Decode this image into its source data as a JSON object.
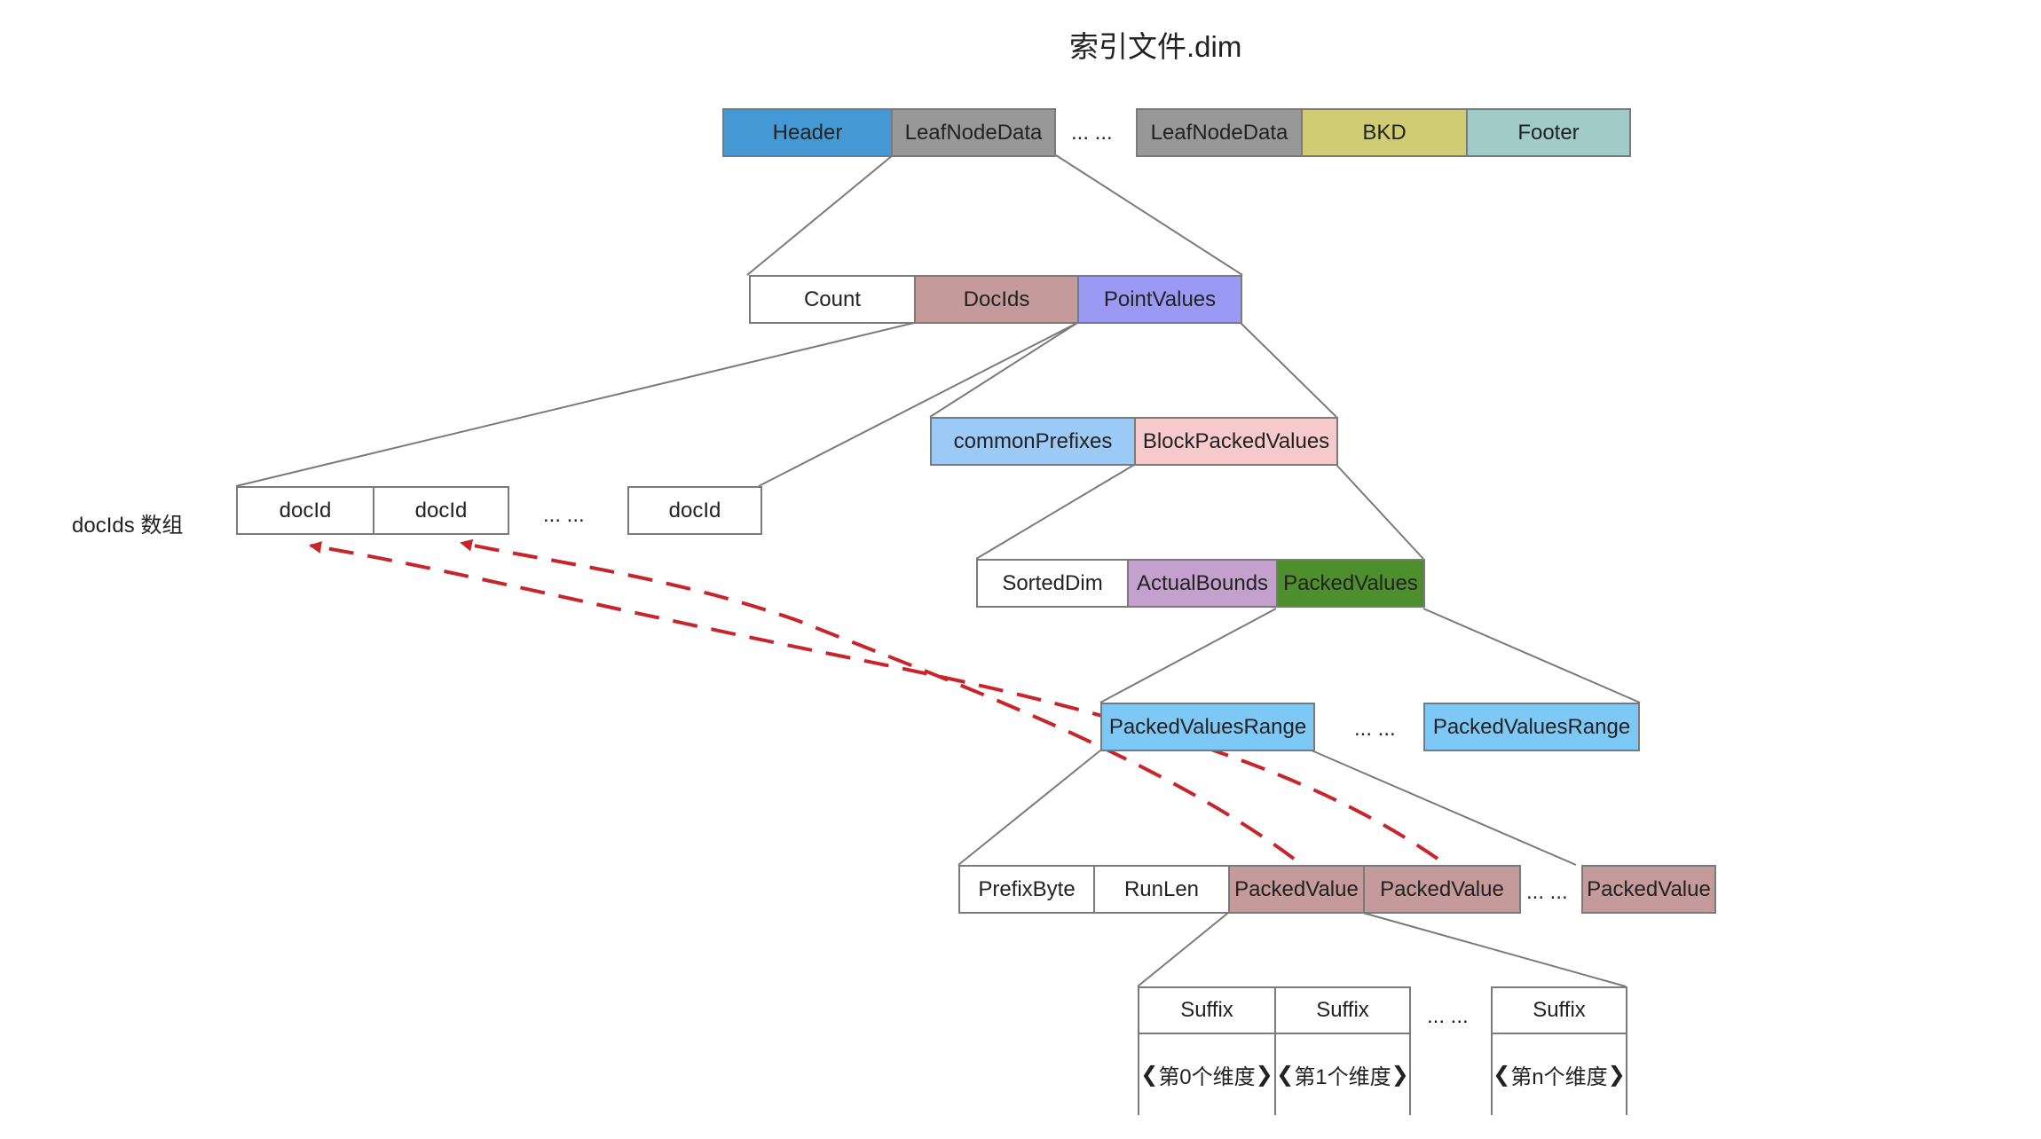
{
  "title": "索引文件.dim",
  "colors": {
    "header": "#4499d4",
    "leaf_node_data": "#989898",
    "bkd": "#d0cc74",
    "footer": "#a0cbc8",
    "white": "#ffffff",
    "doc_ids": "#c49a9a",
    "point_values": "#9a9af5",
    "common_prefixes": "#9ccaf6",
    "block_packed_values": "#f6caca",
    "actual_bounds": "#c4a0cc",
    "packed_values": "#4d8e2d",
    "packed_values_range": "#7ec8f6",
    "packed_value": "#c49a9a",
    "red_arrow": "#c8252a",
    "line": "#7a7a7a"
  },
  "file_row": {
    "header": "Header",
    "leaf1": "LeafNodeData",
    "ellipsis": "... ...",
    "leaf2": "LeafNodeData",
    "bkd": "BKD",
    "footer": "Footer"
  },
  "leaf_row": {
    "count": "Count",
    "doc_ids": "DocIds",
    "point_values": "PointValues"
  },
  "doc_ids_array": {
    "label": "docIds 数组",
    "doc1": "docId",
    "doc2": "docId",
    "ellipsis": "... ...",
    "doc3": "docId"
  },
  "point_values_row": {
    "common_prefixes": "commonPrefixes",
    "block_packed_values": "BlockPackedValues"
  },
  "block_row": {
    "sorted_dim": "SortedDim",
    "actual_bounds": "ActualBounds",
    "packed_values": "PackedValues"
  },
  "range_row": {
    "range1": "PackedValuesRange",
    "ellipsis": "... ...",
    "range2": "PackedValuesRange"
  },
  "value_row": {
    "prefix_byte": "PrefixByte",
    "run_len": "RunLen",
    "packed_value1": "PackedValue",
    "packed_value2": "PackedValue",
    "ellipsis": "... ...",
    "packed_value3": "PackedValue"
  },
  "suffix_row": {
    "suffix0": "Suffix",
    "dim0": "第0个维度",
    "suffix1": "Suffix",
    "dim1": "第1个维度",
    "ellipsis": "... ...",
    "suffixn": "Suffix",
    "dimn": "第n个维度"
  }
}
